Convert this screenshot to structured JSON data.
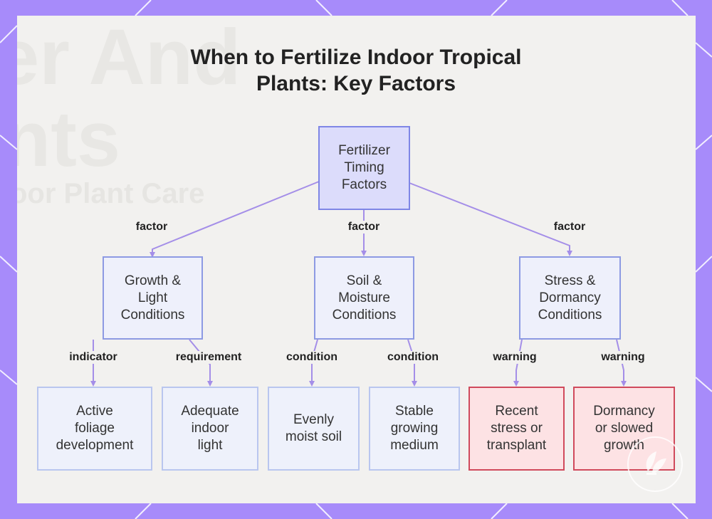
{
  "title_lines": [
    "When to Fertilize Indoor Tropical",
    "Plants: Key Factors"
  ],
  "background_text": [
    "er And",
    "nts",
    "oor Plant Care"
  ],
  "colors": {
    "frame": "#a78bfa",
    "card": "#f2f1ef",
    "root_fill": "#dcdcfb",
    "root_border": "#7f86e6",
    "node_fill": "#eef0fb",
    "node_border": "#8d9ae3",
    "leaf_border": "#b9c6ef",
    "warning_fill": "#fde2e4",
    "warning_border": "#d04a5c",
    "connector": "#a48ee8"
  },
  "nodes": {
    "root": "Fertilizer\nTiming\nFactors",
    "growth_light": "Growth &\nLight\nConditions",
    "soil_moisture": "Soil &\nMoisture\nConditions",
    "stress_dormancy": "Stress &\nDormancy\nConditions",
    "active_foliage": "Active\nfoliage\ndevelopment",
    "adequate_light": "Adequate\nindoor\nlight",
    "evenly_moist": "Evenly\nmoist soil",
    "stable_medium": "Stable\ngrowing\nmedium",
    "recent_stress": "Recent\nstress or\ntransplant",
    "dormancy": "Dormancy\nor slowed\ngrowth"
  },
  "edges": {
    "factor_1": "factor",
    "factor_2": "factor",
    "factor_3": "factor",
    "indicator": "indicator",
    "requirement": "requirement",
    "condition_1": "condition",
    "condition_2": "condition",
    "warning_1": "warning",
    "warning_2": "warning"
  }
}
